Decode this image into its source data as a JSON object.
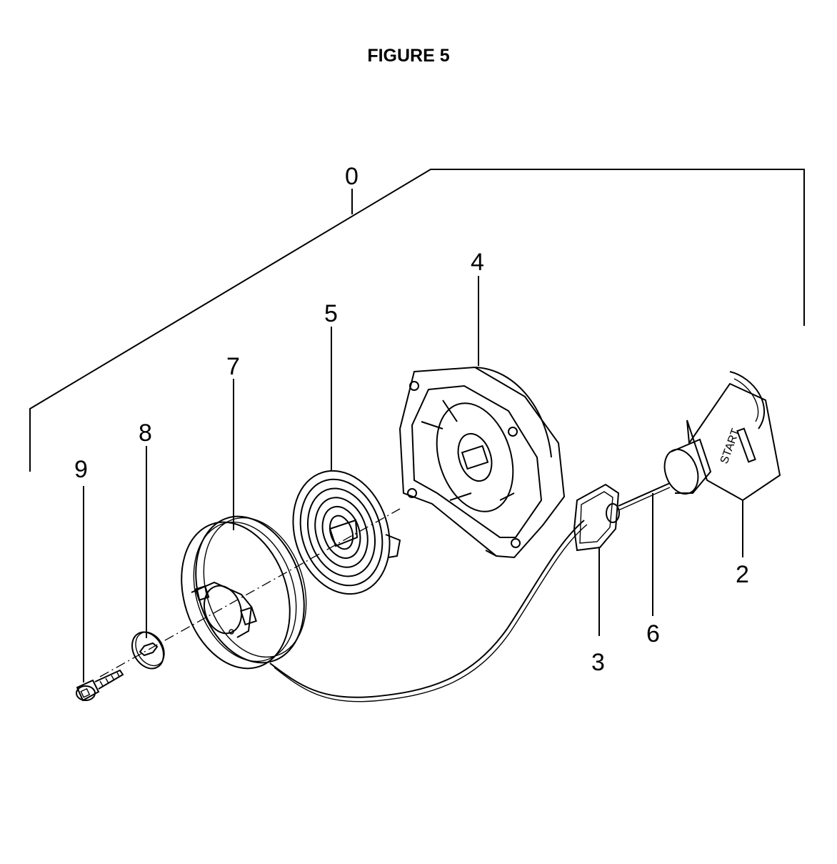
{
  "title": "FIGURE 5",
  "callouts": {
    "c0": "0",
    "c2": "2",
    "c3": "3",
    "c4": "4",
    "c5": "5",
    "c6": "6",
    "c7": "7",
    "c8": "8",
    "c9": "9"
  },
  "handle_text": "START"
}
